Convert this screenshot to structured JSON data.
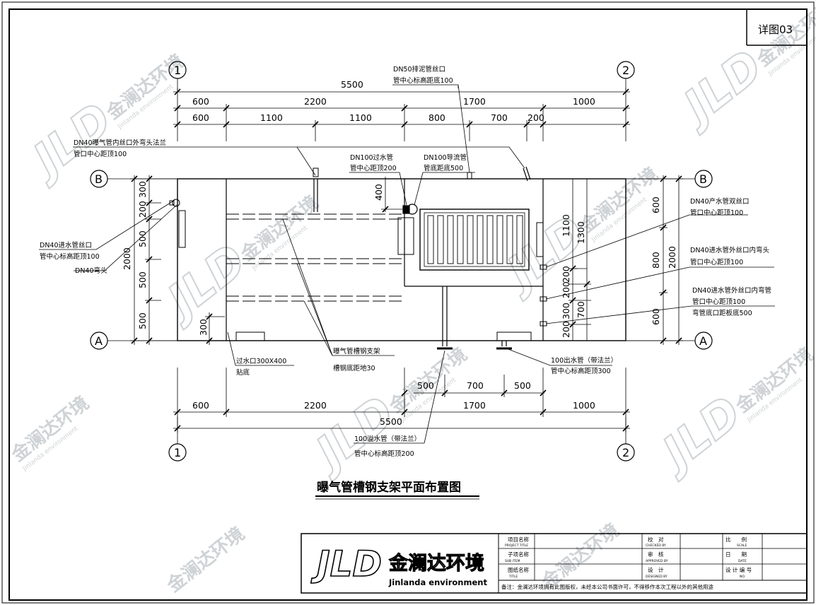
{
  "detail_label": "详图03",
  "title": "曝气管槽钢支架平面布置图",
  "axes": {
    "col1": "1",
    "col2": "2",
    "rowA": "A",
    "rowB": "B"
  },
  "dims_top": {
    "total": "5500",
    "row1": [
      "600",
      "2200",
      "1700",
      "1000"
    ],
    "row2": [
      "600",
      "1100",
      "1100",
      "800",
      "700",
      "200"
    ]
  },
  "dims_bottom": {
    "row1": [
      "500",
      "700",
      "500"
    ],
    "row2": [
      "600",
      "2200",
      "1700",
      "1000"
    ],
    "total": "5500"
  },
  "dims_left": {
    "segments": [
      "300",
      "200",
      "500",
      "500",
      "500"
    ],
    "total": "2000",
    "inner": "300"
  },
  "dims_right": {
    "segments": [
      "600",
      "800",
      "600"
    ],
    "total": "2000",
    "inner_a": "1100",
    "inner_b": "1300",
    "inner_c": [
      "200",
      "200",
      "300",
      "200"
    ],
    "inner_d": "700"
  },
  "dim_400": "400",
  "notes": {
    "dn50_1": "DN50排泥管丝口",
    "dn50_2": "管中心标高距底100",
    "dn40aer_1": "DN40曝气管内丝口外弯头法兰",
    "dn40aer_2": "管口中心距顶100",
    "dn100over_1": "DN100过水管",
    "dn100over_2": "管中心距顶200",
    "dn100guide_1": "DN100导流管",
    "dn100guide_2": "管底距底500",
    "dn40in_1": "DN40进水管丝口",
    "dn40in_2": "管中心标高距顶100",
    "dn40elbow": "DN40弯头",
    "dn40prod_1": "DN40产水管双丝口",
    "dn40prod_2": "管口中心距顶100",
    "dn40inext_1": "DN40进水管外丝口内弯头",
    "dn40inext_2": "管口中心距顶100",
    "dn40inbend_1": "DN40进水管外丝口内弯管",
    "dn40inbend_2": "管口中心距顶100",
    "dn40inbend_3": "弯管底口距板底500",
    "pass_1": "过水口300X400",
    "pass_2": "贴底",
    "support_1": "曝气管槽钢支架",
    "support_2": "槽钢底距地30",
    "out100_1": "100出水管（带法兰）",
    "out100_2": "管中心标高距顶300",
    "overflow_1": "100溢水管（带法兰）",
    "overflow_2": "管中心标高距顶200"
  },
  "watermark": {
    "logo": "JLD",
    "name": "金澜达环境",
    "sub": "Jinlanda environment"
  },
  "title_block": {
    "logo": "JLD",
    "company": "金澜达环境",
    "company_en": "Jinlanda environment",
    "project_name": "项目名称",
    "project_name_en": "PROJECT TITLE",
    "sub_name": "子项名称",
    "sub_name_en": "SUB ITEM",
    "drawing_name": "图纸名称",
    "drawing_name_en": "TITLE",
    "check": "校　对",
    "check_en": "CHECKED BY",
    "review": "审　核",
    "review_en": "APPROVED BY",
    "design": "设　计",
    "design_en": "DESIGNED BY",
    "scale": "比　　例",
    "scale_en": "SCALE",
    "date": "日　　期",
    "date_en": "DATE",
    "number": "设 计 编 号",
    "number_en": "NO.",
    "remark": "备注：金澜达环境拥有此图版权，未经本公司书面许可，不得移作本次工程以外的其他用途"
  }
}
